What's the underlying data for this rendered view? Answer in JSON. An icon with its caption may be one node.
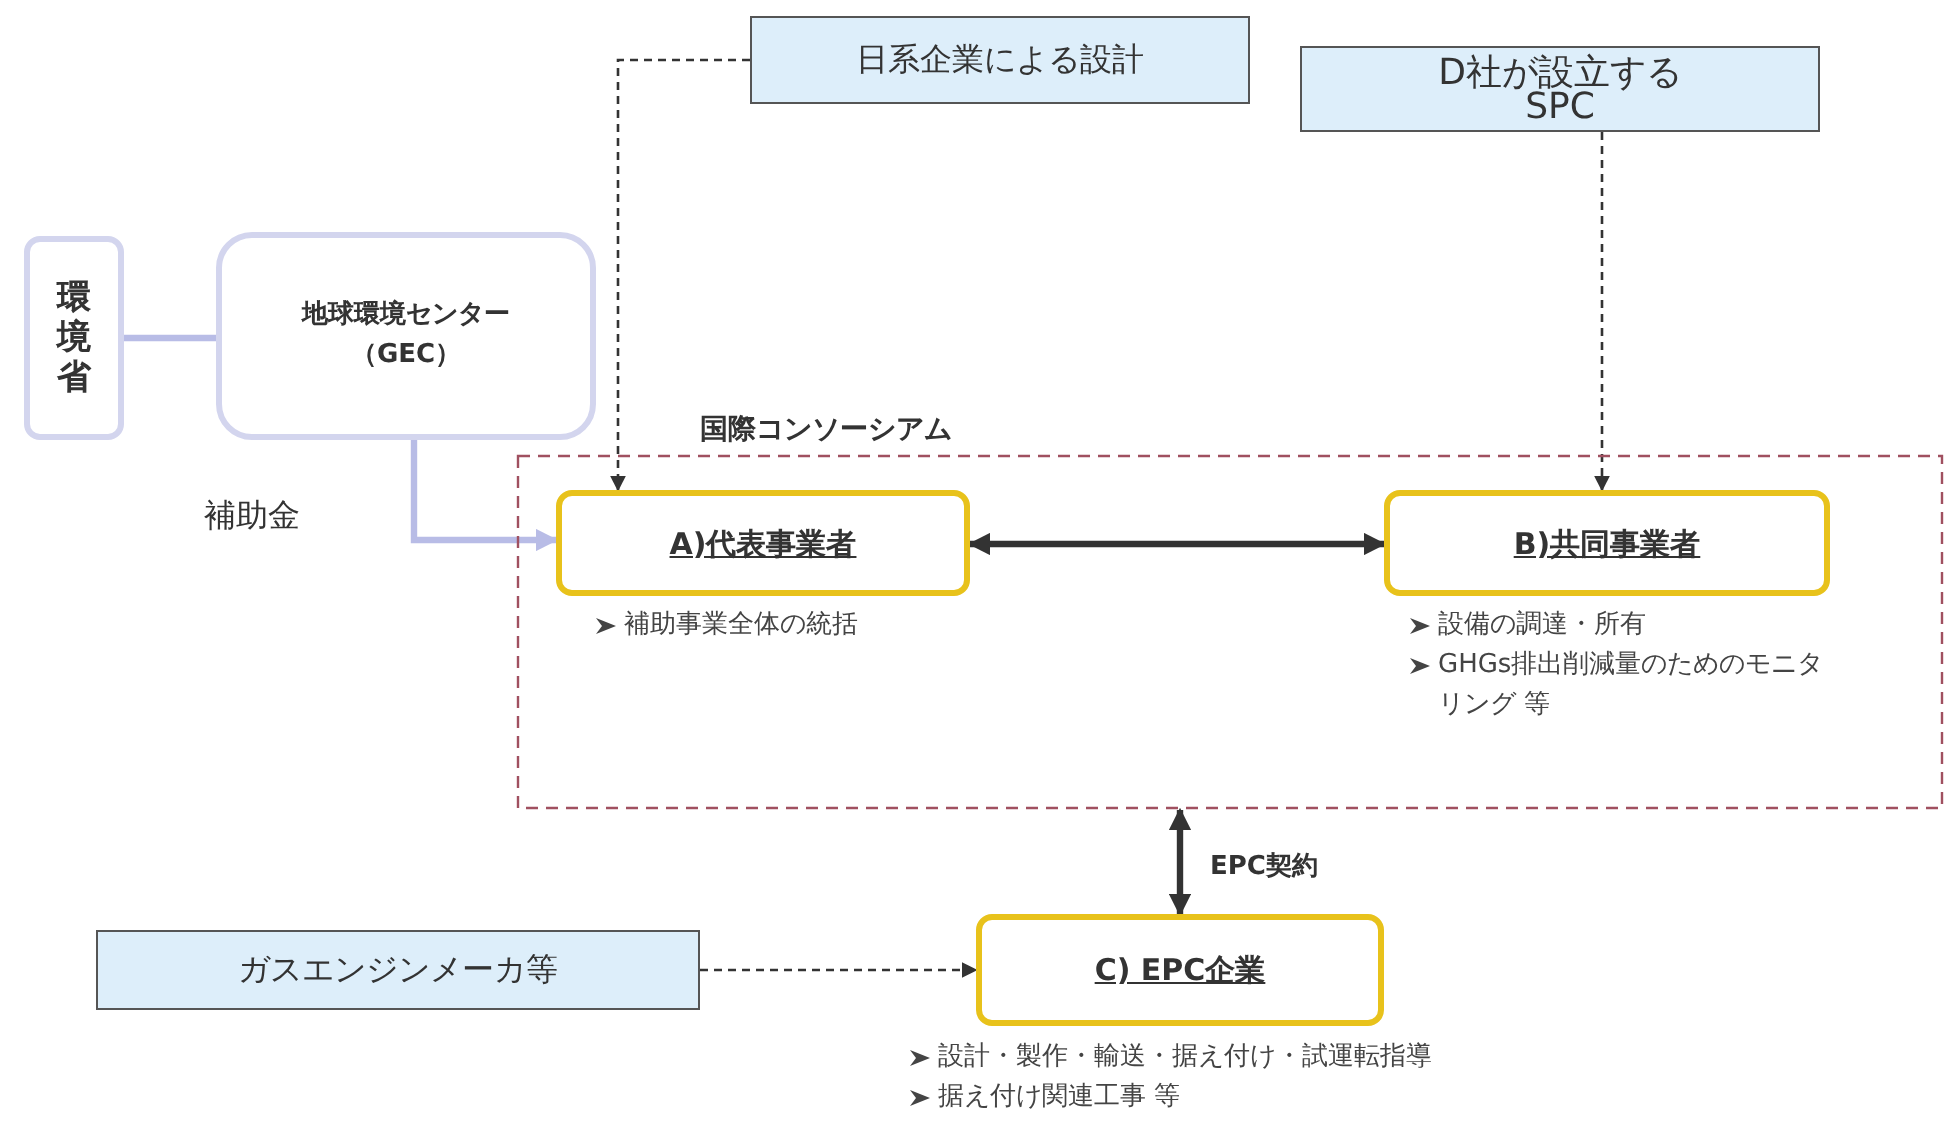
{
  "diagram": {
    "nodes": [
      {
        "text": [
          "環境省"
        ]
      },
      {
        "text": [
          "地球環境センター（GEC）"
        ]
      },
      {
        "text": [
          "日系企業による設計"
        ]
      },
      {
        "text": [
          "D社が設立する SPC"
        ]
      },
      {
        "text": [
          "国際コンソーシアム"
        ]
      },
      {
        "text": [
          "A)代表事業者"
        ],
        "in": 4,
        "beside": [
          "補助事業全体の統括"
        ]
      },
      {
        "text": [
          "B)共同事業者"
        ],
        "in": 4,
        "beside": [
          "設備の調達・所有",
          "GHGs排出削減量のためのモニタリング 等"
        ]
      },
      {
        "text": [
          "ガスエンジンメーカ等"
        ]
      },
      {
        "text": [
          "C) EPC企業"
        ],
        "beside": [
          "設計・製作・輸送・据え付け・試運転指導",
          "据え付け関連工事 等"
        ]
      }
    ],
    "edges": [
      {
        "from": 0,
        "to": 1,
        "arrow": "none",
        "color": "#b8bce6"
      },
      {
        "from": 1,
        "to": 5,
        "arrow": "to",
        "label": "補助金",
        "color": "#b8bce6"
      },
      {
        "from": 2,
        "to": 5,
        "arrow": "to",
        "style": "dashed"
      },
      {
        "from": 3,
        "to": 6,
        "arrow": "to",
        "style": "dashed"
      },
      {
        "from": 5,
        "to": 6,
        "arrow": "both"
      },
      {
        "from": 4,
        "to": 8,
        "arrow": "both",
        "label": "EPC契約"
      },
      {
        "from": 7,
        "to": 8,
        "arrow": "to",
        "style": "dashed"
      }
    ]
  }
}
